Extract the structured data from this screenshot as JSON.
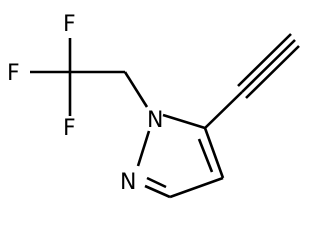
{
  "molecule": {
    "atoms": {
      "f_top": "F",
      "f_left": "F",
      "f_bottom": "F",
      "n1": "N",
      "n2": "N"
    }
  },
  "colors": {
    "bond": "#000000",
    "label": "#000000",
    "background": "#ffffff"
  }
}
